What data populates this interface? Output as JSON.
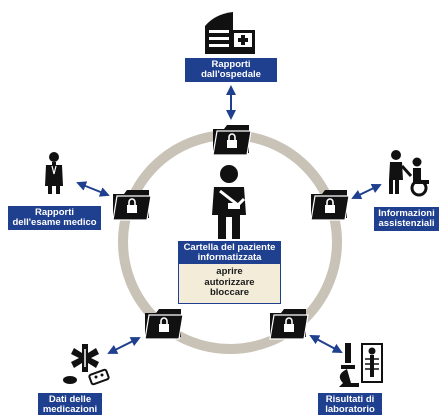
{
  "labels": {
    "hospital": [
      "Rapporti",
      "dall'ospedale"
    ],
    "exam": [
      "Rapporti",
      "dell'esame medico"
    ],
    "care": [
      "Informazioni",
      "assistenziali"
    ],
    "meds": [
      "Dati delle",
      "medicazioni"
    ],
    "lab": [
      "Risultati di",
      "laboratorio"
    ]
  },
  "center": {
    "title": [
      "Cartella del paziente",
      "informatizzata"
    ],
    "actions": [
      "aprire",
      "autorizzare",
      "bloccare"
    ]
  },
  "colors": {
    "navy": "#1f3f8f",
    "ring": "#c9c2b6",
    "ink": "#111111",
    "cream": "#f3ecd9"
  }
}
